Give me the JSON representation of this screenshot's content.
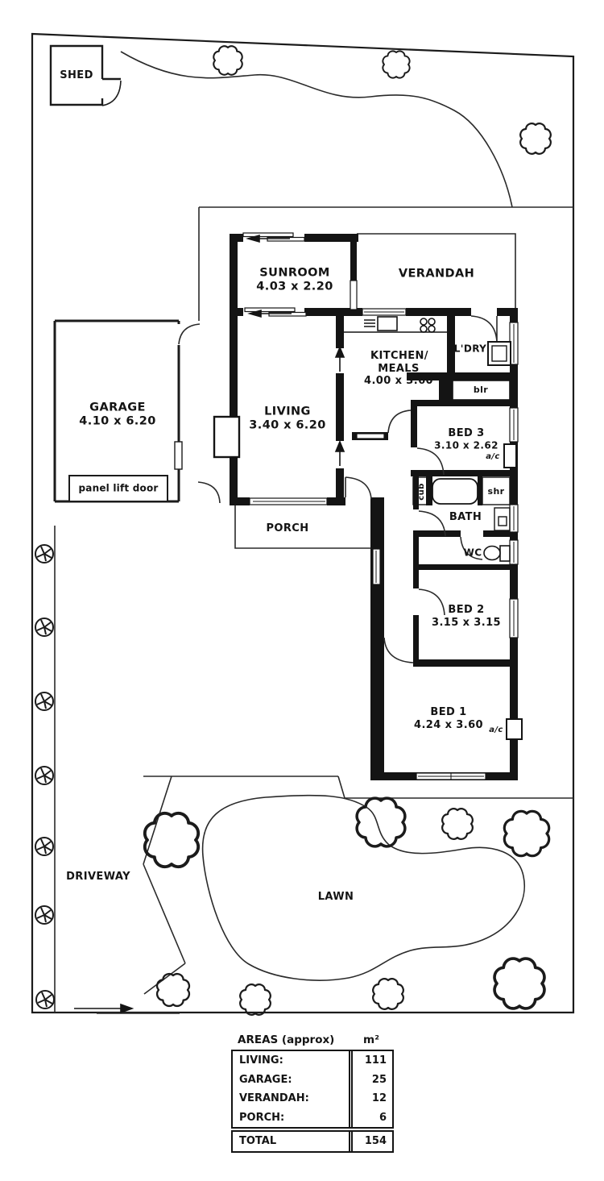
{
  "plan": {
    "site": {
      "shed": "SHED",
      "driveway": "DRIVEWAY",
      "lawn": "LAWN"
    },
    "rooms": {
      "sunroom": {
        "name": "SUNROOM",
        "dims": "4.03 x 2.20"
      },
      "verandah": {
        "name": "VERANDAH"
      },
      "garage": {
        "name": "GARAGE",
        "dims": "4.10 x 6.20",
        "door": "panel lift door"
      },
      "living": {
        "name": "LIVING",
        "dims": "3.40 x 6.20"
      },
      "kitchen": {
        "line1": "KITCHEN/",
        "line2": "MEALS",
        "dims": "4.00 x 3.60"
      },
      "laundry": {
        "name": "L'DRY"
      },
      "boiler": {
        "name": "blr"
      },
      "bed3": {
        "name": "BED 3",
        "dims": "3.10 x 2.62",
        "ac": "a/c"
      },
      "bath": {
        "name": "BATH",
        "cupboard": "cub",
        "shower": "shr"
      },
      "wc": {
        "name": "WC"
      },
      "bed2": {
        "name": "BED 2",
        "dims": "3.15 x 3.15"
      },
      "bed1": {
        "name": "BED 1",
        "dims": "4.24 x 3.60",
        "ac": "a/c"
      },
      "porch": {
        "name": "PORCH"
      }
    },
    "areas_table": {
      "title": "AREAS (approx)",
      "unit": "m²",
      "rows": [
        {
          "label": "LIVING:",
          "value": "111"
        },
        {
          "label": "GARAGE:",
          "value": "25"
        },
        {
          "label": "VERANDAH:",
          "value": "12"
        },
        {
          "label": "PORCH:",
          "value": "6"
        }
      ],
      "total": {
        "label": "TOTAL",
        "value": "154"
      }
    },
    "colors": {
      "line": "#1b1b1b",
      "wall": "#141414",
      "background": "#ffffff"
    }
  }
}
